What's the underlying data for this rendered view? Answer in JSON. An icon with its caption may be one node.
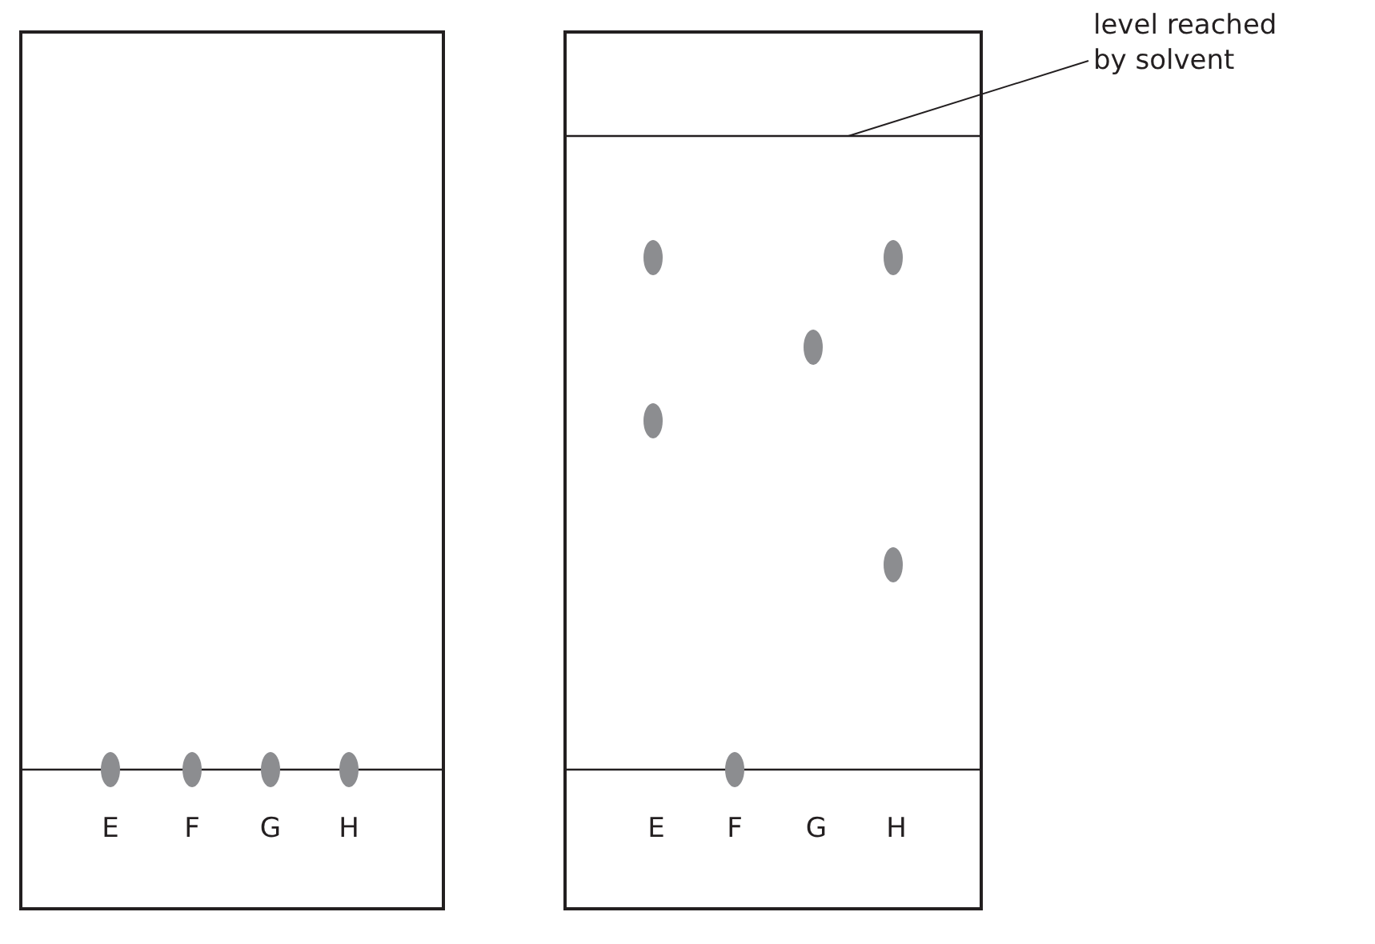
{
  "diagram": {
    "nodes": [
      {
        "text": [
          "level reached by solvent"
        ]
      },
      {
        "text": [],
        "shape": "line"
      }
    ],
    "edges": [
      {
        "from": 0,
        "to": 1,
        "arrow": "none"
      }
    ],
    "labels": [
      "E",
      "F",
      "G",
      "H",
      "E",
      "F",
      "G",
      "H"
    ]
  }
}
